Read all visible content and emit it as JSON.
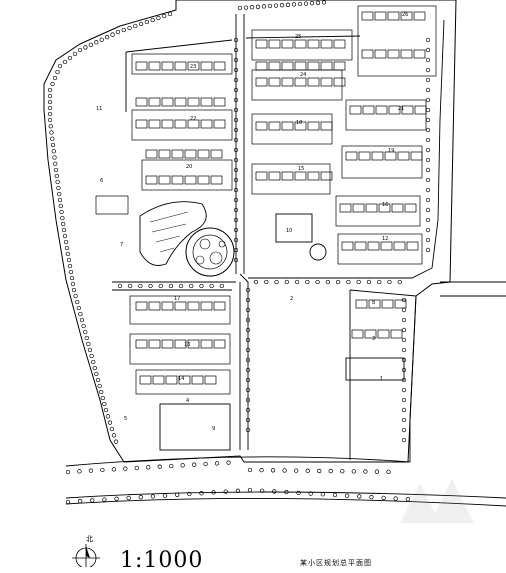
{
  "drawing": {
    "scale_label": "1:1000",
    "north_label": "北",
    "caption": "某小区规划总平面图"
  },
  "plot_numbers": [
    "25",
    "26",
    "23",
    "24",
    "21",
    "22",
    "18",
    "19",
    "20",
    "15",
    "16",
    "17",
    "12",
    "13",
    "14",
    "9",
    "10",
    "11",
    "6",
    "7",
    "8",
    "3",
    "4",
    "5",
    "2",
    "1"
  ],
  "colors": {
    "line": "#000000",
    "background": "#ffffff",
    "watermark": "#9a9a9a"
  }
}
